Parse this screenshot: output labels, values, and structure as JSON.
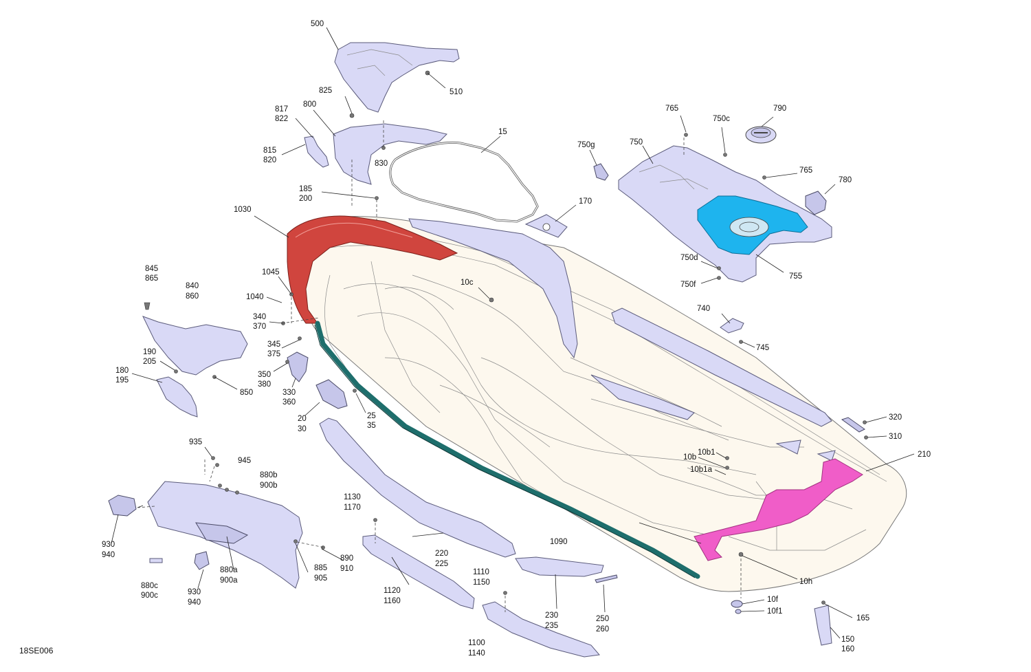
{
  "diagram": {
    "code": "18SE006",
    "colors": {
      "part": "#d9d9f6",
      "hull": "#fdf8ee",
      "red_trim": "#d0453e",
      "teal_bumper": "#1e6e6c",
      "blue_mat": "#1eb4ee",
      "pink_mat": "#f05dc8"
    },
    "labels": {
      "l500": "500",
      "l510": "510",
      "l825": "825",
      "l817": "817",
      "l822": "822",
      "l800": "800",
      "l815": "815",
      "l820": "820",
      "l830": "830",
      "l15": "15",
      "l185": "185",
      "l200": "200",
      "l170": "170",
      "l1030": "1030",
      "l765a": "765",
      "l750c": "750c",
      "l790": "790",
      "l750g": "750g",
      "l750": "750",
      "l765b": "765",
      "l780": "780",
      "l750d": "750d",
      "l750f": "750f",
      "l755": "755",
      "l845": "845",
      "l865": "865",
      "l840": "840",
      "l860": "860",
      "l1045": "1045",
      "l1040": "1040",
      "l10c": "10c",
      "l340": "340",
      "l370": "370",
      "l345": "345",
      "l375": "375",
      "l190": "190",
      "l205": "205",
      "l180": "180",
      "l195": "195",
      "l350": "350",
      "l380": "380",
      "l330": "330",
      "l360": "360",
      "l850": "850",
      "l740": "740",
      "l745": "745",
      "l20": "20",
      "l30": "30",
      "l25": "25",
      "l35": "35",
      "l320": "320",
      "l310": "310",
      "l210": "210",
      "l10b1": "10b1",
      "l10b": "10b",
      "l10b1a": "10b1a",
      "l935": "935",
      "l945": "945",
      "l880b": "880b",
      "l900b": "900b",
      "l1130": "1130",
      "l1170": "1170",
      "l930a": "930",
      "l940a": "940",
      "l220": "220",
      "l225": "225",
      "l1090": "1090",
      "l890": "890",
      "l910": "910",
      "l880a": "880a",
      "l900a": "900a",
      "l885": "885",
      "l905": "905",
      "l1110": "1110",
      "l1150": "1150",
      "l10h": "10h",
      "l880c": "880c",
      "l900c": "900c",
      "l930b": "930",
      "l940b": "940",
      "l1120": "1120",
      "l1160": "1160",
      "l230": "230",
      "l235": "235",
      "l250": "250",
      "l260": "260",
      "l10f": "10f",
      "l10f1": "10f1",
      "l165": "165",
      "l150": "150",
      "l160": "160",
      "l1100": "1100",
      "l1140": "1140"
    }
  }
}
